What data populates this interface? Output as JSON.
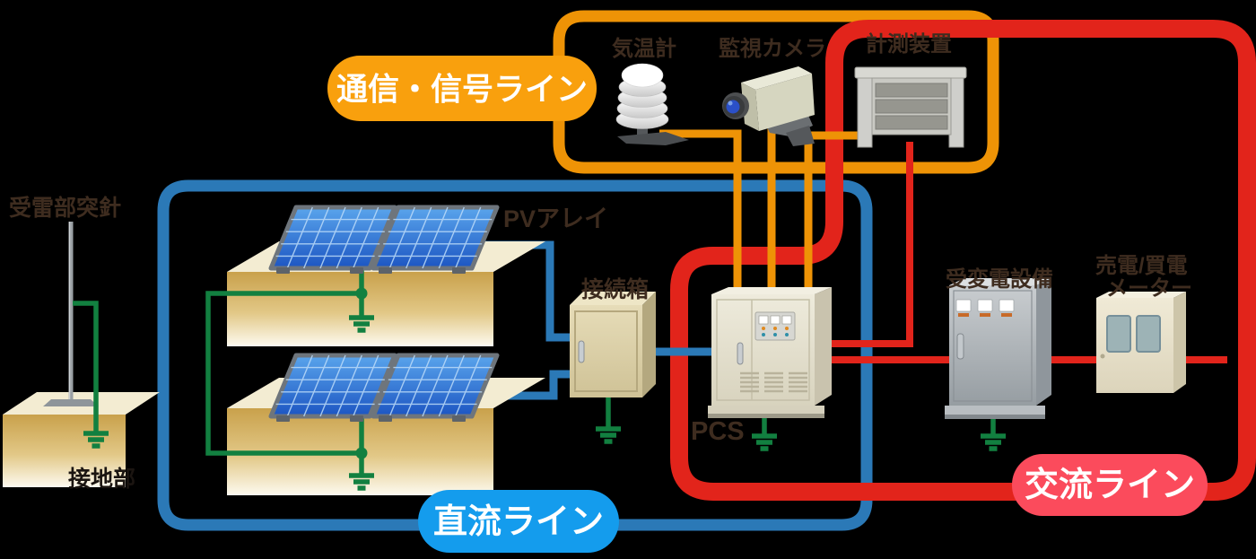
{
  "legend": {
    "comm_line": {
      "label": "通信・信号ライン",
      "badge_color": "#F9A00D",
      "line_color": "#EE9306"
    },
    "dc_line": {
      "label": "直流ライン",
      "badge_color": "#149CED",
      "line_color": "#2B79B7"
    },
    "ac_line": {
      "label": "交流ライン",
      "badge_color": "#FB4B5C",
      "line_color": "#E2241B"
    }
  },
  "components": {
    "lightning_rod": {
      "label": "受雷部突針"
    },
    "grounding": {
      "label": "接地部"
    },
    "pv_array": {
      "label": "PVアレイ"
    },
    "junction_box": {
      "label": "接続箱"
    },
    "pcs": {
      "label": "PCS"
    },
    "thermometer": {
      "label": "気温計"
    },
    "camera": {
      "label": "監視カメラ"
    },
    "measurement_device": {
      "label": "計測装置"
    },
    "substation": {
      "label": "受変電設備"
    },
    "meter": {
      "label_line1": "売電/買電",
      "label_line2": "メーター"
    }
  },
  "colors": {
    "background": "#000000",
    "ground_wire": "#128040",
    "label_text": "#3E2C1F",
    "ground_label_text": "#1B1511",
    "badge_text": "#FFFFFF",
    "panel_blue": "#2A6FD6"
  }
}
